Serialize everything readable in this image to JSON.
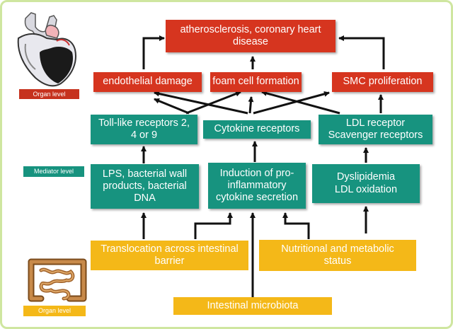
{
  "boxes": {
    "top": "atherosclerosis, coronary heart disease",
    "endothelial": "endothelial damage",
    "foam": "foam cell formation",
    "smc": "SMC proliferation",
    "toll": "Toll-like receptors 2, 4 or 9",
    "cytokine_receptors": "Cytokine receptors",
    "ldl_receptor": "LDL receptor\nScavenger receptors",
    "lps": "LPS, bacterial wall products, bacterial DNA",
    "induction": "Induction of pro-inflammatory cytokine secretion",
    "dyslipidemia": "Dyslipidemia\nLDL oxidation",
    "translocation": "Translocation across intestinal barrier",
    "nutritional": "Nutritional and metabolic status",
    "microbiota": "Intestinal microbiota"
  },
  "levels": {
    "organ_top": "Organ level",
    "mediator": "Mediator level",
    "organ_bottom": "Organ level"
  },
  "colors": {
    "red": "#d6351f",
    "teal": "#17937f",
    "yellow": "#f4b818",
    "border": "#cfe6a0"
  },
  "icons": [
    "heart-icon",
    "intestine-icon"
  ]
}
